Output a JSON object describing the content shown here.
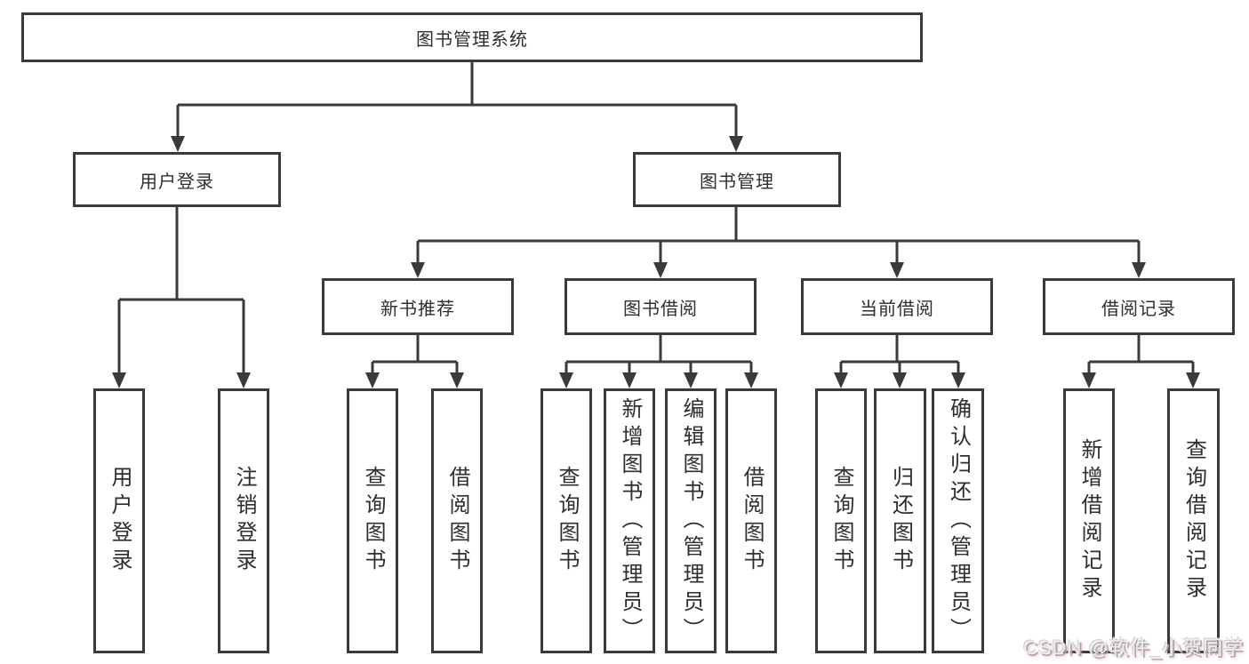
{
  "colors": {
    "line": "#3a3a3a",
    "box_border": "#3a3a3a",
    "box_background": "#ffffff",
    "watermark_fill": "#ececec",
    "watermark_tint": "#eb7896"
  },
  "root": {
    "label": "图书管理系统"
  },
  "branch_user_login": {
    "label": "用户登录",
    "children": [
      {
        "label": "用户登录"
      },
      {
        "label": "注销登录"
      }
    ]
  },
  "branch_book_mgmt": {
    "label": "图书管理",
    "sections": [
      {
        "label": "新书推荐",
        "children": [
          {
            "label": "查询图书"
          },
          {
            "label": "借阅图书"
          }
        ]
      },
      {
        "label": "图书借阅",
        "children": [
          {
            "label": "查询图书"
          },
          {
            "label": "新增图书（管理员）"
          },
          {
            "label": "编辑图书（管理员）"
          },
          {
            "label": "借阅图书"
          }
        ]
      },
      {
        "label": "当前借阅",
        "children": [
          {
            "label": "查询图书"
          },
          {
            "label": "归还图书"
          },
          {
            "label": "确认归还（管理员）"
          }
        ]
      },
      {
        "label": "借阅记录",
        "children": [
          {
            "label": "新增借阅记录"
          },
          {
            "label": "查询借阅记录"
          }
        ]
      }
    ]
  },
  "watermark": "CSDN @软件_小贺同学"
}
